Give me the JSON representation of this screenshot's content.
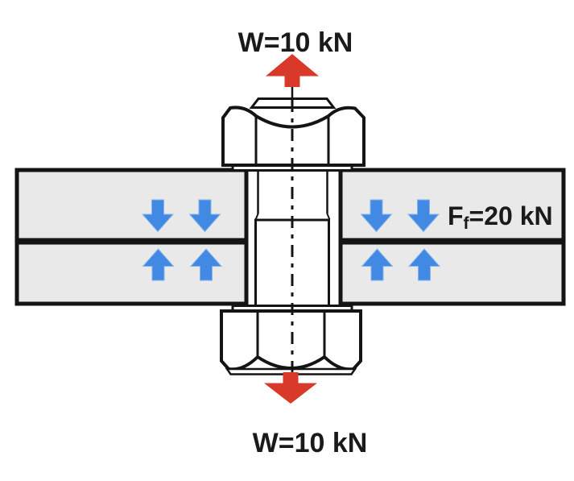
{
  "diagram": {
    "type": "bolted-joint-free-body-diagram",
    "description": "Hex bolt and nut clamping two plates, axial load W and interface friction forces Ff",
    "top_load_label": "W=10 kN",
    "bottom_load_label": "W=10 kN",
    "friction_label": {
      "symbol": "F",
      "subscript": "f",
      "rest": "=20 kN"
    },
    "values": {
      "applied_load_kN": 10,
      "friction_force_kN": 20
    }
  },
  "colors": {
    "load_arrow": "#d93928",
    "friction_arrow": "#4189e2",
    "plate_fill": "#e9e9e9",
    "line": "#141414",
    "background": "#ffffff"
  }
}
